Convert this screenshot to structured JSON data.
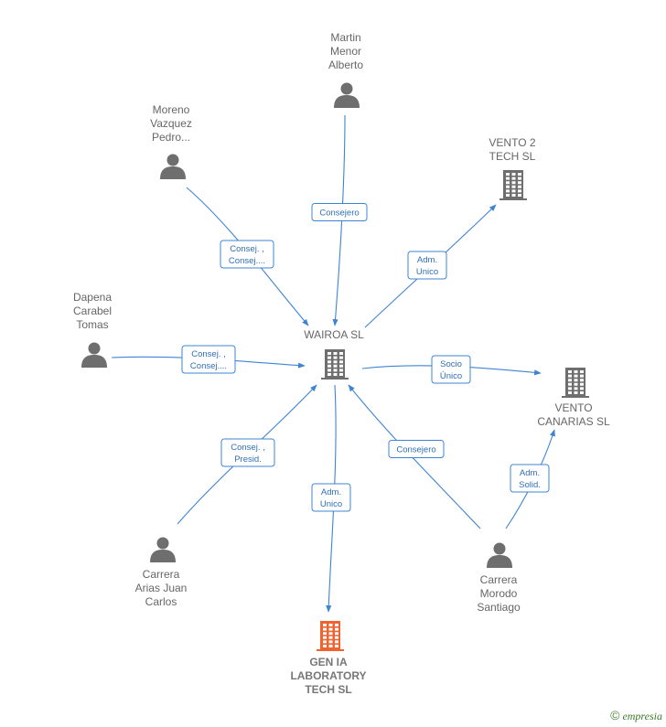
{
  "nodes": [
    {
      "id": "wairoa",
      "type": "company",
      "label_lines": [
        "WAIROA  SL"
      ]
    },
    {
      "id": "martin",
      "type": "person",
      "label_lines": [
        "Martin",
        "Menor",
        "Alberto"
      ]
    },
    {
      "id": "moreno",
      "type": "person",
      "label_lines": [
        "Moreno",
        "Vazquez",
        "Pedro..."
      ]
    },
    {
      "id": "vento2",
      "type": "company",
      "label_lines": [
        "VENTO 2",
        "TECH  SL"
      ]
    },
    {
      "id": "dapena",
      "type": "person",
      "label_lines": [
        "Dapena",
        "Carabel",
        "Tomas"
      ]
    },
    {
      "id": "ventocan",
      "type": "company",
      "label_lines": [
        "VENTO",
        "CANARIAS  SL"
      ]
    },
    {
      "id": "carrera_arias",
      "type": "person",
      "label_lines": [
        "Carrera",
        "Arias Juan",
        "Carlos"
      ]
    },
    {
      "id": "carrera_morodo",
      "type": "person",
      "label_lines": [
        "Carrera",
        "Morodo",
        "Santiago"
      ]
    },
    {
      "id": "genia",
      "type": "company",
      "focus": true,
      "label_lines": [
        "GEN IA",
        "LABORATORY",
        "TECH  SL"
      ]
    }
  ],
  "edges": [
    {
      "from": "martin",
      "to": "wairoa",
      "label_lines": [
        "Consejero"
      ]
    },
    {
      "from": "moreno",
      "to": "wairoa",
      "label_lines": [
        "Consej. ,",
        "Consej...."
      ]
    },
    {
      "from": "wairoa",
      "to": "vento2",
      "label_lines": [
        "Adm.",
        "Unico"
      ]
    },
    {
      "from": "dapena",
      "to": "wairoa",
      "label_lines": [
        "Consej. ,",
        "Consej...."
      ]
    },
    {
      "from": "wairoa",
      "to": "ventocan",
      "label_lines": [
        "Socio",
        "Único"
      ]
    },
    {
      "from": "carrera_arias",
      "to": "wairoa",
      "label_lines": [
        "Consej. ,",
        "Presid."
      ]
    },
    {
      "from": "wairoa",
      "to": "genia",
      "label_lines": [
        "Adm.",
        "Unico"
      ]
    },
    {
      "from": "carrera_morodo",
      "to": "wairoa",
      "label_lines": [
        "Consejero"
      ]
    },
    {
      "from": "carrera_morodo",
      "to": "ventocan",
      "label_lines": [
        "Adm.",
        "Solid."
      ]
    }
  ],
  "copyright": {
    "symbol": "©",
    "brand_initial": "e",
    "brand_rest": "mpresia"
  }
}
